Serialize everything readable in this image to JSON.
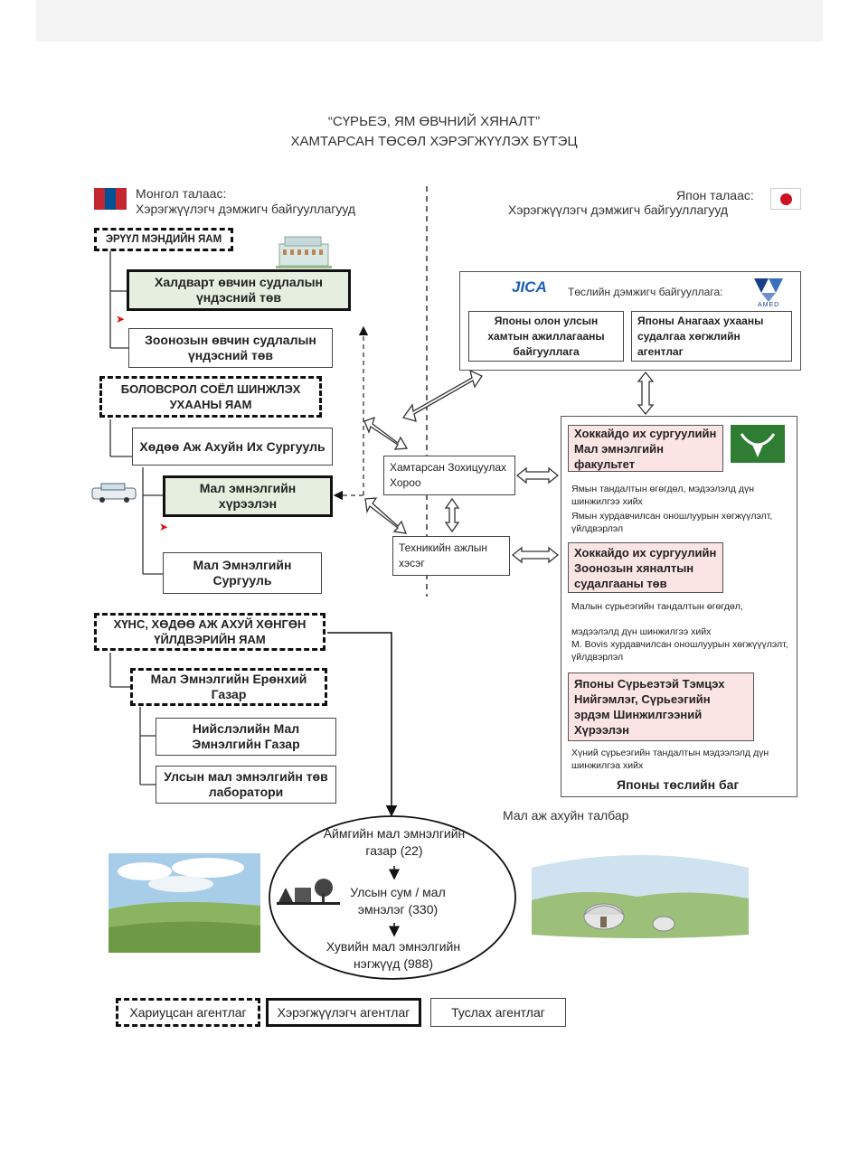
{
  "title": {
    "line1": "“СҮРЬЕЭ, ЯМ ӨВЧНИЙ ХЯНАЛТ”",
    "line2": "ХАМТАРСАН ТӨСӨЛ ХЭРЭГЖҮҮЛЭХ БҮТЭЦ"
  },
  "mongolia": {
    "heading1": "Монгол талаас:",
    "heading2": "Хэрэгжүүлэгч дэмжигч байгууллагууд",
    "health_ministry": "ЭРҮҮЛ МЭНДИЙН ЯАМ",
    "infectious_center": "Халдварт өвчин судлалын үндэсний төв",
    "zoonotic_center": "Зоонозын өвчин судлалын үндэсний төв",
    "education_ministry": "БОЛОВСРОЛ СОЁЛ ШИНЖЛЭХ УХААНЫ ЯАМ",
    "agri_university": "Хөдөө Аж Ахуйн Их Сургууль",
    "vet_institute": "Мал эмнэлгийн хүрээлэн",
    "vet_school": "Мал Эмнэлгийн Сургууль",
    "food_ministry": "ХҮНС, ХӨДӨӨ АЖ АХУЙ ХӨНГӨН ҮЙЛДВЭРИЙН ЯАМ",
    "vet_general_dept": "Мал Эмнэлгийн Ерөнхий Газар",
    "capital_vet_dept": "Нийслэлийн Мал Эмнэлгийн Газар",
    "state_central_lab": "Улсын мал эмнэлгийн төв лаборатори"
  },
  "center": {
    "joint_committee": "Хамтарсан Зохицуулах Хороо",
    "technical_group": "Техникийн ажлын хэсэг"
  },
  "japan": {
    "heading1": "Япон талаас:",
    "heading2": "Хэрэгжүүлэгч дэмжигч байгууллагууд",
    "support_label": "Төслийн дэмжигч байгууллага:",
    "jica_logo": "JICA",
    "amed_logo": "AMED",
    "jica": "Японы олон улсын хамтын ажиллагааны байгууллага",
    "amed": "Японы Анагаах ухааны судалгаа хөгжлийн агентлаг",
    "hokkaido_vet": "Хоккайдо их сургуулийн Мал эмнэлгийн факультет",
    "hokkaido_vet_note1": "Ямын тандалтын өгөгдөл, мэдээлэлд дүн шинжилгээ хийх",
    "hokkaido_vet_note2": "Ямын хурдавчилсан оношлуурын хөгжүүлэлт, үйлдвэрлэл",
    "hokkaido_zoonosis": "Хоккайдо их сургуулийн Зоонозын хяналтын судалгааны төв",
    "zoonosis_note1": "Малын сүрьеэгийн тандалтын өгөгдөл,",
    "zoonosis_note2": "мэдээлэлд дүн шинжилгээ хийх",
    "zoonosis_note3": "M. Bovis хурдавчилсан оношлуурын хөгжүүүлэлт, үйлдвэрлэл",
    "tb_association": "Японы Сүрьеэтэй Тэмцэх Нийгэмлэг, Сүрьеэгийн эрдэм Шинжилгээний Хүрээлэн",
    "tb_note": "Хүний сүрьеэгийн тандалтын мэдээлэлд дүн шинжилгэа хийх",
    "team_label": "Японы төслийн баг"
  },
  "field": {
    "label": "Мал аж ахуйн талбар",
    "aimag": "Аймгийн мал эмнэлгийн газар (22)",
    "soum": "Улсын сум / мал эмнэлэг (330)",
    "private": "Хувийн мал эмнэлгийн нэгжүүд (988)"
  },
  "legend": {
    "responsible": "Хариуцсан агентлаг",
    "implementing": "Хэрэгжүүлэгч агентлаг",
    "supporting": "Туслах агентлаг"
  },
  "colors": {
    "green_fill": "#e6efdf",
    "pink_fill": "#fbe4e4",
    "mongolia_red": "#c4272f",
    "mongolia_blue": "#015197",
    "japan_red": "#cc1122",
    "hokkaido_green": "#2e7d32"
  },
  "icons": [
    "mongolia-flag-icon",
    "japan-flag-icon",
    "building-icon",
    "car-icon",
    "hokkaido-bull-logo-icon",
    "town-icon",
    "arrow-icon"
  ]
}
